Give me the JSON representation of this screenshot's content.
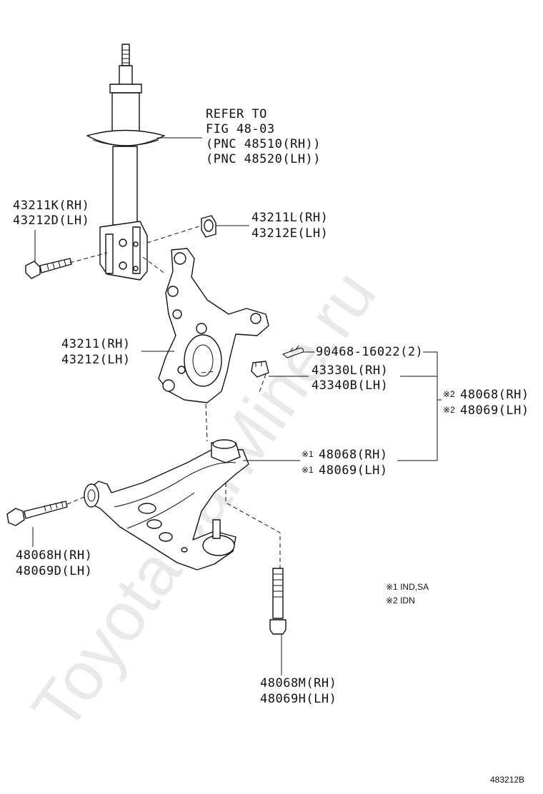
{
  "watermark": "ToyotaCarMine.ru",
  "refer": {
    "line1": "REFER TO",
    "line2": "FIG 48-03",
    "line3": "(PNC 48510(RH))",
    "line4": "(PNC 48520(LH))"
  },
  "parts": {
    "bolt_strut_rh": "43211K(RH)",
    "bolt_strut_lh": "43212D(LH)",
    "nut_strut_rh": "43211L(RH)",
    "nut_strut_lh": "43212E(LH)",
    "knuckle_rh": "43211(RH)",
    "knuckle_lh": "43212(LH)",
    "cotter_pin": "90468-16022(2)",
    "castle_nut_rh": "43330L(RH)",
    "castle_nut_lh": "43340B(LH)",
    "arm2_rh": "48068(RH)",
    "arm2_lh": "48069(LH)",
    "arm1_rh": "48068(RH)",
    "arm1_lh": "48069(LH)",
    "front_bolt_rh": "48068H(RH)",
    "front_bolt_lh": "48069D(LH)",
    "rear_bolt_rh": "48068M(RH)",
    "rear_bolt_lh": "48069H(LH)"
  },
  "marks": {
    "m1": "※1",
    "m2": "※2"
  },
  "notes": {
    "note1": "※1 IND,SA",
    "note2": "※2 IDN"
  },
  "figure_code": "483212B"
}
